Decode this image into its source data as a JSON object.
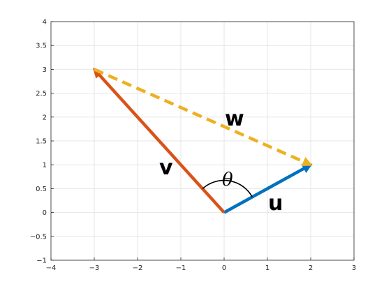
{
  "chart_data": {
    "type": "vector-plot",
    "xlim": [
      -4,
      3
    ],
    "ylim": [
      -1,
      4
    ],
    "x_ticks": [
      -4,
      -3,
      -2,
      -1,
      0,
      1,
      2,
      3
    ],
    "x_tick_labels": [
      "−4",
      "−3",
      "−2",
      "−1",
      "0",
      "1",
      "2",
      "3"
    ],
    "y_ticks": [
      -1,
      -0.5,
      0,
      0.5,
      1,
      1.5,
      2,
      2.5,
      3,
      3.5,
      4
    ],
    "y_tick_labels": [
      "−1",
      "−0.5",
      "0",
      "0.5",
      "1",
      "1.5",
      "2",
      "2.5",
      "3",
      "3.5",
      "4"
    ],
    "grid": true,
    "vectors": [
      {
        "name": "u",
        "label": "u",
        "from": [
          0,
          0
        ],
        "to": [
          2,
          1
        ],
        "color": "#0072BD",
        "style": "solid"
      },
      {
        "name": "v",
        "label": "v",
        "from": [
          0,
          0
        ],
        "to": [
          -3,
          3
        ],
        "color": "#D95319",
        "style": "solid"
      },
      {
        "name": "w",
        "label": "w",
        "from": [
          -3,
          3
        ],
        "to": [
          2,
          1
        ],
        "color": "#EDB120",
        "style": "dashed"
      }
    ],
    "angle": {
      "label": "θ",
      "between": [
        "v",
        "u"
      ]
    }
  }
}
